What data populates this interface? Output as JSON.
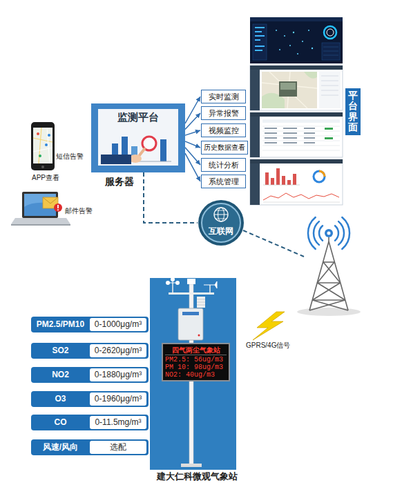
{
  "diagram": {
    "caption": "建大仁科微观气象站",
    "nodes": [
      {
        "text": [
          "监测平台",
          "服务器"
        ]
      },
      {
        "text": [
          "实时监测"
        ]
      },
      {
        "text": [
          "异常报警"
        ]
      },
      {
        "text": [
          "视频监控"
        ]
      },
      {
        "text": [
          "历史数据查看"
        ]
      },
      {
        "text": [
          "统计分析"
        ]
      },
      {
        "text": [
          "系统管理"
        ]
      },
      {
        "text": [
          "平台界面"
        ]
      },
      {
        "text": [
          "互联网"
        ]
      },
      {
        "text": [
          "PM2.5/PM10"
        ]
      },
      {
        "text": [
          "0-1000μg/m³"
        ],
        "in": 9
      },
      {
        "text": [
          "SO2"
        ]
      },
      {
        "text": [
          "0-2620μg/m³"
        ],
        "in": 11
      },
      {
        "text": [
          "NO2"
        ]
      },
      {
        "text": [
          "0-1880μg/m³"
        ],
        "in": 13
      },
      {
        "text": [
          "O3"
        ]
      },
      {
        "text": [
          "0-1960μg/m³"
        ],
        "in": 15
      },
      {
        "text": [
          "CO"
        ]
      },
      {
        "text": [
          "0-11.5mg/m³"
        ],
        "in": 17
      },
      {
        "text": [
          "风速/风向"
        ]
      },
      {
        "text": [
          "选配"
        ],
        "in": 19
      },
      {
        "text": [
          "四气两尘气象站",
          "PM2.5: 56ug/m3",
          "PM 10: 98ug/m3",
          "NO2: 40ug/m3"
        ]
      }
    ],
    "edges": [
      {
        "from": 0,
        "to": 1,
        "arrow": "to"
      },
      {
        "from": 0,
        "to": 2,
        "arrow": "to"
      },
      {
        "from": 0,
        "to": 3,
        "arrow": "to"
      },
      {
        "from": 0,
        "to": 4,
        "arrow": "to"
      },
      {
        "from": 0,
        "to": 5,
        "arrow": "to"
      },
      {
        "from": 0,
        "to": 6,
        "arrow": "to"
      },
      {
        "from": 0,
        "to": 8,
        "arrow": "none"
      }
    ],
    "labels": [
      "短信告警",
      "APP查看",
      "邮件告警",
      "GPRS/4G信号"
    ]
  }
}
